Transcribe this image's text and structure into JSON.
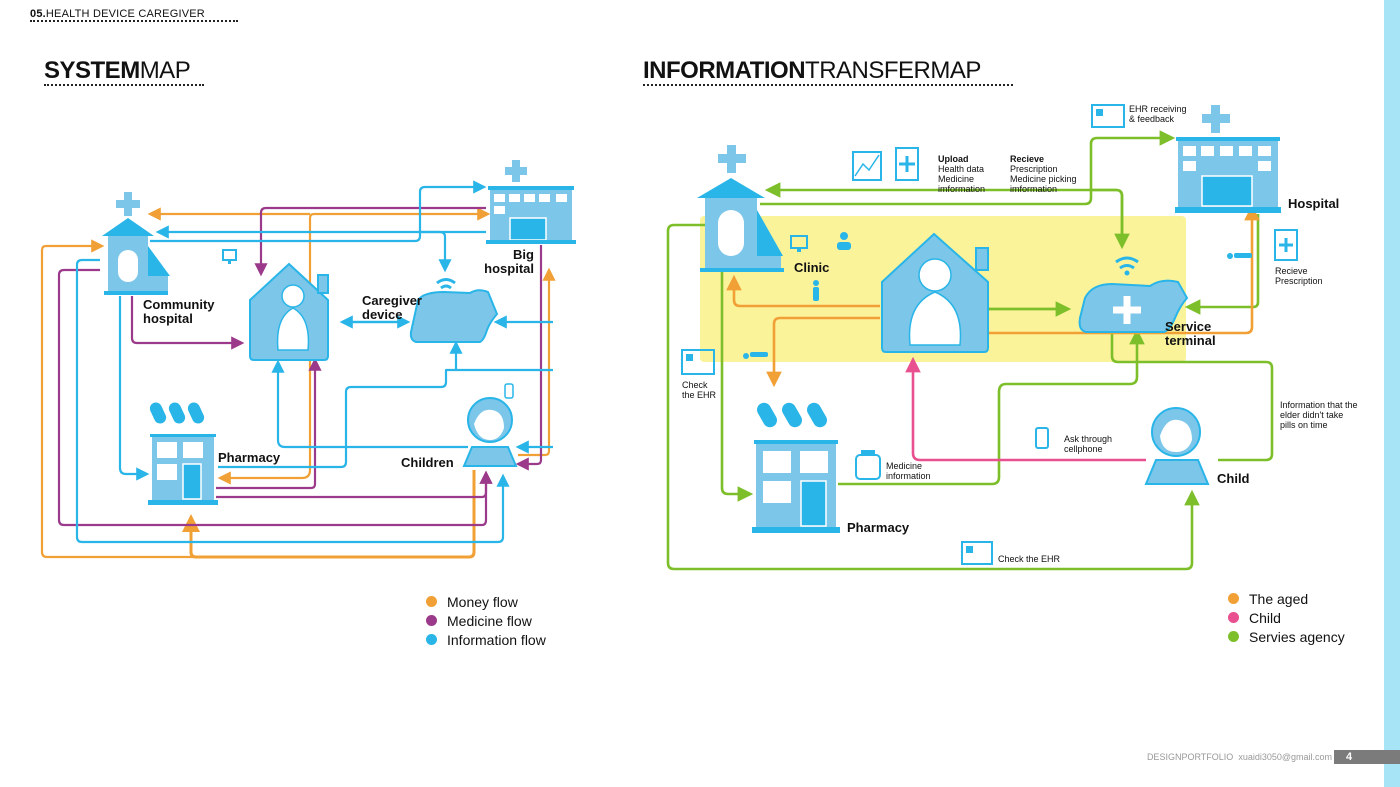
{
  "header": {
    "number": "05.",
    "title": "HEALTH DEVICE CAREGIVER"
  },
  "system_map": {
    "title_bold": "SYSTEM",
    "title_light": "MAP",
    "nodes": {
      "community_hospital": "Community hospital",
      "big_hospital": "Big hospital",
      "caregiver_device": "Caregiver device",
      "pharmacy": "Pharmacy",
      "children": "Children"
    },
    "legend": [
      {
        "label": "Money flow",
        "color": "#f0a035"
      },
      {
        "label": "Medicine flow",
        "color": "#9b3a8a"
      },
      {
        "label": "Information flow",
        "color": "#29b5e8"
      }
    ]
  },
  "info_map": {
    "title_bold": "INFORMATION",
    "title_light": "TRANSFERMAP",
    "nodes": {
      "clinic": "Clinic",
      "hospital": "Hospital",
      "service_terminal": "Service terminal",
      "pharmacy": "Pharmacy",
      "child": "Child"
    },
    "notes": {
      "ehr_receiving": "EHR receiving & feedback",
      "upload_title": "Upload",
      "upload_items": "Health data\nMedicine imformation",
      "receive_title": "Recieve",
      "receive_items": "Prescription\nMedicine picking imformation",
      "receive_prescription": "Recieve Prescription",
      "check_ehr_left": "Check the EHR",
      "medicine_information": "Medicine information",
      "ask_cellphone": "Ask through cellphone",
      "elder_info": "Information that the elder didn't take pills on time",
      "check_ehr_bottom": "Check the EHR"
    },
    "legend": [
      {
        "label": "The aged",
        "color": "#f0a035"
      },
      {
        "label": "Child",
        "color": "#e8508f"
      },
      {
        "label": "Servies agency",
        "color": "#7dbf2a"
      }
    ]
  },
  "colors": {
    "blue": "#29b5e8",
    "light_blue": "#7cc6ea",
    "orange": "#f0a035",
    "purple": "#9b3a8a",
    "green": "#7dbf2a",
    "pink": "#e8508f",
    "highlight": "#fbf39a"
  },
  "footer": {
    "portfolio": "DESIGNPORTFOLIO",
    "email": "xuaidi3050@gmail.com",
    "page": "4"
  }
}
